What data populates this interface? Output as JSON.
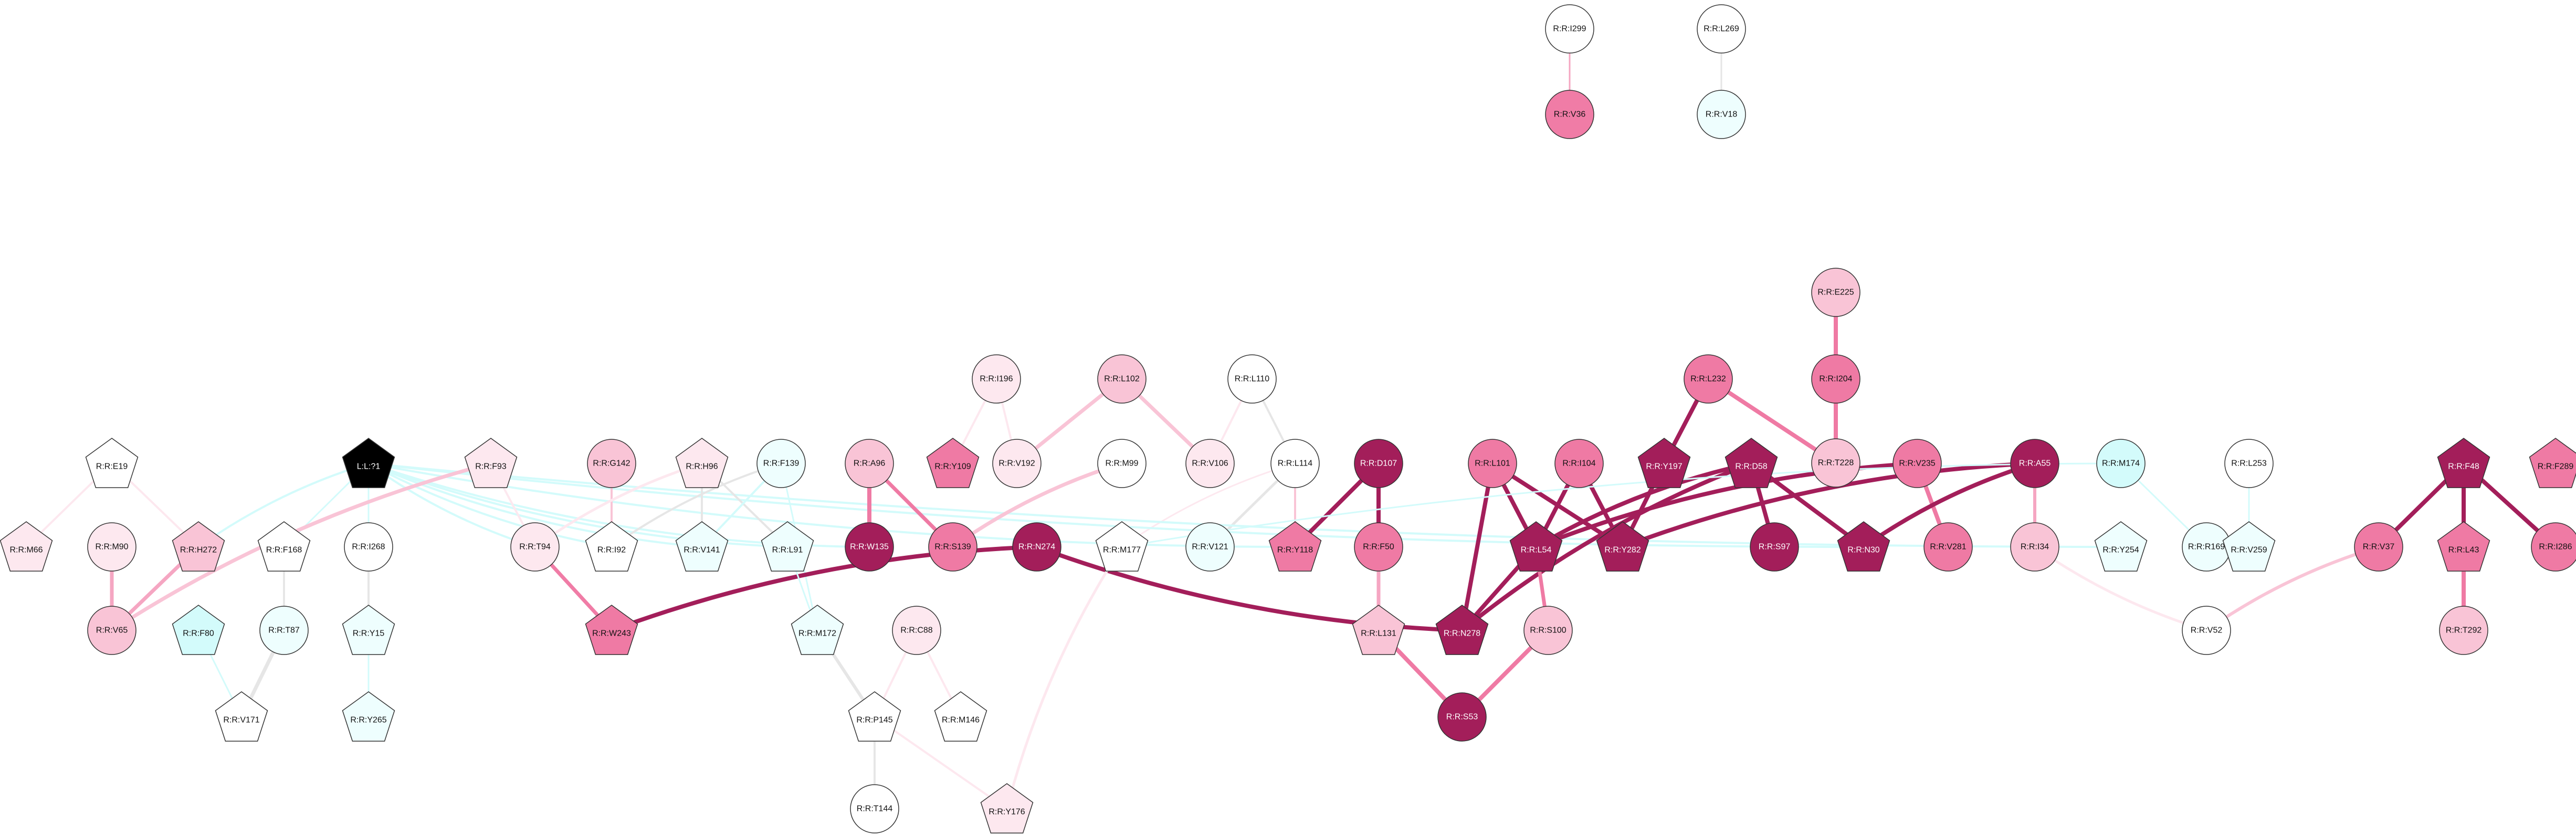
{
  "nodes": [
    {
      "id": "I299",
      "label": "R:R:I299",
      "shape": "circle",
      "fill": "#ffffff"
    },
    {
      "id": "V36",
      "label": "R:R:V36",
      "shape": "circle",
      "fill": "#f07ca6"
    },
    {
      "id": "L269",
      "label": "R:R:L269",
      "shape": "circle",
      "fill": "#ffffff"
    },
    {
      "id": "V18",
      "label": "R:R:V18",
      "shape": "circle",
      "fill": "#eefefe"
    },
    {
      "id": "E225",
      "label": "R:R:E225",
      "shape": "circle",
      "fill": "#f9c4d6"
    },
    {
      "id": "I204",
      "label": "R:R:I204",
      "shape": "circle",
      "fill": "#ef7aa4"
    },
    {
      "id": "T228",
      "label": "R:R:T228",
      "shape": "circle",
      "fill": "#f9c4d6"
    },
    {
      "id": "L232",
      "label": "R:R:L232",
      "shape": "circle",
      "fill": "#ef7aa4"
    },
    {
      "id": "I196",
      "label": "R:R:I196",
      "shape": "circle",
      "fill": "#fde8ef"
    },
    {
      "id": "L102",
      "label": "R:R:L102",
      "shape": "circle",
      "fill": "#f9c4d6"
    },
    {
      "id": "L110",
      "label": "R:R:L110",
      "shape": "circle",
      "fill": "#ffffff"
    },
    {
      "id": "E19",
      "label": "R:R:E19",
      "shape": "pentagon",
      "fill": "#ffffff"
    },
    {
      "id": "L1",
      "label": "L:L:?1",
      "shape": "pentagon",
      "fill": "#000000"
    },
    {
      "id": "F93",
      "label": "R:R:F93",
      "shape": "pentagon",
      "fill": "#fde8ef"
    },
    {
      "id": "G142",
      "label": "R:R:G142",
      "shape": "circle",
      "fill": "#f9c4d6"
    },
    {
      "id": "H96",
      "label": "R:R:H96",
      "shape": "pentagon",
      "fill": "#fde8ef"
    },
    {
      "id": "F139",
      "label": "R:R:F139",
      "shape": "circle",
      "fill": "#eefefe"
    },
    {
      "id": "A96",
      "label": "R:R:A96",
      "shape": "circle",
      "fill": "#f9c4d6"
    },
    {
      "id": "Y109",
      "label": "R:R:Y109",
      "shape": "pentagon",
      "fill": "#ef7aa4"
    },
    {
      "id": "V192",
      "label": "R:R:V192",
      "shape": "circle",
      "fill": "#fde8ef"
    },
    {
      "id": "M99",
      "label": "R:R:M99",
      "shape": "circle",
      "fill": "#ffffff"
    },
    {
      "id": "V106",
      "label": "R:R:V106",
      "shape": "circle",
      "fill": "#fde8ef"
    },
    {
      "id": "L114",
      "label": "R:R:L114",
      "shape": "circle",
      "fill": "#ffffff"
    },
    {
      "id": "D107",
      "label": "R:R:D107",
      "shape": "circle",
      "fill": "#a31e5a"
    },
    {
      "id": "L101",
      "label": "R:R:L101",
      "shape": "circle",
      "fill": "#ef7aa4"
    },
    {
      "id": "I104",
      "label": "R:R:I104",
      "shape": "circle",
      "fill": "#ef7aa4"
    },
    {
      "id": "Y197",
      "label": "R:R:Y197",
      "shape": "pentagon",
      "fill": "#a31e5a"
    },
    {
      "id": "D58",
      "label": "R:R:D58",
      "shape": "pentagon",
      "fill": "#a31e5a"
    },
    {
      "id": "V235",
      "label": "R:R:V235",
      "shape": "circle",
      "fill": "#ef7aa4"
    },
    {
      "id": "A55",
      "label": "R:R:A55",
      "shape": "circle",
      "fill": "#a31e5a"
    },
    {
      "id": "M174",
      "label": "R:R:M174",
      "shape": "circle",
      "fill": "#d3fbfb"
    },
    {
      "id": "L253",
      "label": "R:R:L253",
      "shape": "circle",
      "fill": "#ffffff"
    },
    {
      "id": "F48",
      "label": "R:R:F48",
      "shape": "pentagon",
      "fill": "#a31e5a"
    },
    {
      "id": "F289",
      "label": "R:R:F289",
      "shape": "pentagon",
      "fill": "#ef7aa4"
    },
    {
      "id": "M66",
      "label": "R:R:M66",
      "shape": "pentagon",
      "fill": "#fde8ef"
    },
    {
      "id": "M90",
      "label": "R:R:M90",
      "shape": "circle",
      "fill": "#fde8ef"
    },
    {
      "id": "H272",
      "label": "R:R:H272",
      "shape": "pentagon",
      "fill": "#f9c4d6"
    },
    {
      "id": "F168",
      "label": "R:R:F168",
      "shape": "pentagon",
      "fill": "#ffffff"
    },
    {
      "id": "I268",
      "label": "R:R:I268",
      "shape": "circle",
      "fill": "#ffffff"
    },
    {
      "id": "T94",
      "label": "R:R:T94",
      "shape": "circle",
      "fill": "#fde8ef"
    },
    {
      "id": "I92",
      "label": "R:R:I92",
      "shape": "pentagon",
      "fill": "#ffffff"
    },
    {
      "id": "V141",
      "label": "R:R:V141",
      "shape": "pentagon",
      "fill": "#eefefe"
    },
    {
      "id": "L91",
      "label": "R:R:L91",
      "shape": "pentagon",
      "fill": "#eefefe"
    },
    {
      "id": "W135",
      "label": "R:R:W135",
      "shape": "circle",
      "fill": "#a31e5a"
    },
    {
      "id": "S139",
      "label": "R:R:S139",
      "shape": "circle",
      "fill": "#ef7aa4"
    },
    {
      "id": "N274",
      "label": "R:R:N274",
      "shape": "circle",
      "fill": "#a31e5a"
    },
    {
      "id": "M177",
      "label": "R:R:M177",
      "shape": "pentagon",
      "fill": "#ffffff"
    },
    {
      "id": "V121",
      "label": "R:R:V121",
      "shape": "circle",
      "fill": "#eefefe"
    },
    {
      "id": "Y118",
      "label": "R:R:Y118",
      "shape": "pentagon",
      "fill": "#ef7aa4"
    },
    {
      "id": "F50",
      "label": "R:R:F50",
      "shape": "circle",
      "fill": "#ef7aa4"
    },
    {
      "id": "L54",
      "label": "R:R:L54",
      "shape": "pentagon",
      "fill": "#a31e5a"
    },
    {
      "id": "Y282",
      "label": "R:R:Y282",
      "shape": "pentagon",
      "fill": "#a31e5a"
    },
    {
      "id": "S97",
      "label": "R:R:S97",
      "shape": "circle",
      "fill": "#a31e5a"
    },
    {
      "id": "N30",
      "label": "R:R:N30",
      "shape": "pentagon",
      "fill": "#a31e5a"
    },
    {
      "id": "V281",
      "label": "R:R:V281",
      "shape": "circle",
      "fill": "#ef7aa4"
    },
    {
      "id": "I34",
      "label": "R:R:I34",
      "shape": "circle",
      "fill": "#f9c4d6"
    },
    {
      "id": "Y254",
      "label": "R:R:Y254",
      "shape": "pentagon",
      "fill": "#eefefe"
    },
    {
      "id": "R169",
      "label": "R:R:R169",
      "shape": "circle",
      "fill": "#eefefe"
    },
    {
      "id": "V259",
      "label": "R:R:V259",
      "shape": "pentagon",
      "fill": "#eefefe"
    },
    {
      "id": "V37",
      "label": "R:R:V37",
      "shape": "circle",
      "fill": "#ef7aa4"
    },
    {
      "id": "L43",
      "label": "R:R:L43",
      "shape": "pentagon",
      "fill": "#ef7aa4"
    },
    {
      "id": "I286",
      "label": "R:R:I286",
      "shape": "circle",
      "fill": "#ef7aa4"
    },
    {
      "id": "V65",
      "label": "R:R:V65",
      "shape": "circle",
      "fill": "#f9c4d6"
    },
    {
      "id": "F80",
      "label": "R:R:F80",
      "shape": "pentagon",
      "fill": "#d3fbfb"
    },
    {
      "id": "T87",
      "label": "R:R:T87",
      "shape": "circle",
      "fill": "#eefefe"
    },
    {
      "id": "Y15",
      "label": "R:R:Y15",
      "shape": "pentagon",
      "fill": "#eefefe"
    },
    {
      "id": "W243",
      "label": "R:R:W243",
      "shape": "pentagon",
      "fill": "#ef7aa4"
    },
    {
      "id": "M172",
      "label": "R:R:M172",
      "shape": "pentagon",
      "fill": "#eefefe"
    },
    {
      "id": "C88",
      "label": "R:R:C88",
      "shape": "circle",
      "fill": "#fde8ef"
    },
    {
      "id": "L131",
      "label": "R:R:L131",
      "shape": "pentagon",
      "fill": "#f9c4d6"
    },
    {
      "id": "N278",
      "label": "R:R:N278",
      "shape": "pentagon",
      "fill": "#a31e5a"
    },
    {
      "id": "S100",
      "label": "R:R:S100",
      "shape": "circle",
      "fill": "#f9c4d6"
    },
    {
      "id": "V52",
      "label": "R:R:V52",
      "shape": "circle",
      "fill": "#ffffff"
    },
    {
      "id": "T292",
      "label": "R:R:T292",
      "shape": "circle",
      "fill": "#f9c4d6"
    },
    {
      "id": "V171",
      "label": "R:R:V171",
      "shape": "pentagon",
      "fill": "#ffffff"
    },
    {
      "id": "Y265",
      "label": "R:R:Y265",
      "shape": "pentagon",
      "fill": "#eefefe"
    },
    {
      "id": "P145",
      "label": "R:R:P145",
      "shape": "pentagon",
      "fill": "#ffffff"
    },
    {
      "id": "M146",
      "label": "R:R:M146",
      "shape": "pentagon",
      "fill": "#ffffff"
    },
    {
      "id": "S53",
      "label": "R:R:S53",
      "shape": "circle",
      "fill": "#a31e5a"
    },
    {
      "id": "T144",
      "label": "R:R:T144",
      "shape": "circle",
      "fill": "#ffffff"
    },
    {
      "id": "Y176",
      "label": "R:R:Y176",
      "shape": "pentagon",
      "fill": "#fde8ef"
    }
  ],
  "edges": [
    {
      "s": "I299",
      "t": "V36",
      "color": "#f5a6c2",
      "w": 3
    },
    {
      "s": "L269",
      "t": "V18",
      "color": "#e6e6e6",
      "w": 3
    },
    {
      "s": "E225",
      "t": "I204",
      "color": "#ef7aa4",
      "w": 8
    },
    {
      "s": "I204",
      "t": "T228",
      "color": "#ef7aa4",
      "w": 8
    },
    {
      "s": "L232",
      "t": "T228",
      "color": "#ef7aa4",
      "w": 8
    },
    {
      "s": "L232",
      "t": "Y197",
      "color": "#a31e5a",
      "w": 8
    },
    {
      "s": "I196",
      "t": "Y109",
      "color": "#fde8ef",
      "w": 4
    },
    {
      "s": "I196",
      "t": "V192",
      "color": "#fde8ef",
      "w": 4
    },
    {
      "s": "L102",
      "t": "V192",
      "color": "#f9c4d6",
      "w": 7
    },
    {
      "s": "L102",
      "t": "M99",
      "color": "#ffffff",
      "w": 4
    },
    {
      "s": "L102",
      "t": "V106",
      "color": "#f9c4d6",
      "w": 7
    },
    {
      "s": "L110",
      "t": "L114",
      "color": "#e6e6e6",
      "w": 4
    },
    {
      "s": "L110",
      "t": "V106",
      "color": "#fde8ef",
      "w": 4
    },
    {
      "s": "L114",
      "t": "V121",
      "color": "#e6e6e6",
      "w": 5
    },
    {
      "s": "L114",
      "t": "Y118",
      "color": "#f9c4d6",
      "w": 4
    },
    {
      "s": "L114",
      "t": "M177",
      "color": "#fde8ef",
      "w": 3
    },
    {
      "s": "E19",
      "t": "M66",
      "color": "#fde8ef",
      "w": 4
    },
    {
      "s": "E19",
      "t": "H272",
      "color": "#fde8ef",
      "w": 4
    },
    {
      "s": "L1",
      "t": "H272",
      "color": "#d3fbfb",
      "w": 4
    },
    {
      "s": "L1",
      "t": "F168",
      "color": "#d3fbfb",
      "w": 3
    },
    {
      "s": "L1",
      "t": "I268",
      "color": "#d3fbfb",
      "w": 3
    },
    {
      "s": "L1",
      "t": "T94",
      "color": "#d3fbfb",
      "w": 4
    },
    {
      "s": "L1",
      "t": "I92",
      "color": "#d3fbfb",
      "w": 4
    },
    {
      "s": "L1",
      "t": "V141",
      "color": "#d3fbfb",
      "w": 4
    },
    {
      "s": "L1",
      "t": "L91",
      "color": "#d3fbfb",
      "w": 4
    },
    {
      "s": "L1",
      "t": "W135",
      "color": "#d3fbfb",
      "w": 4
    },
    {
      "s": "L1",
      "t": "Y118",
      "color": "#d3fbfb",
      "w": 4
    },
    {
      "s": "L1",
      "t": "N30",
      "color": "#d3fbfb",
      "w": 4
    },
    {
      "s": "L1",
      "t": "Y254",
      "color": "#d3fbfb",
      "w": 4
    },
    {
      "s": "F93",
      "t": "T94",
      "color": "#fde8ef",
      "w": 4
    },
    {
      "s": "F93",
      "t": "V65",
      "color": "#f9c4d6",
      "w": 7
    },
    {
      "s": "G142",
      "t": "I92",
      "color": "#f9c4d6",
      "w": 4
    },
    {
      "s": "H96",
      "t": "V141",
      "color": "#e6e6e6",
      "w": 4
    },
    {
      "s": "H96",
      "t": "T94",
      "color": "#fde8ef",
      "w": 5
    },
    {
      "s": "H96",
      "t": "L91",
      "color": "#e6e6e6",
      "w": 4
    },
    {
      "s": "F139",
      "t": "I92",
      "color": "#e6e6e6",
      "w": 4
    },
    {
      "s": "F139",
      "t": "V141",
      "color": "#d3fbfb",
      "w": 4
    },
    {
      "s": "F139",
      "t": "M172",
      "color": "#d3fbfb",
      "w": 3
    },
    {
      "s": "A96",
      "t": "W135",
      "color": "#ef7aa4",
      "w": 8
    },
    {
      "s": "A96",
      "t": "S139",
      "color": "#ef7aa4",
      "w": 7
    },
    {
      "s": "M99",
      "t": "S139",
      "color": "#f9c4d6",
      "w": 7
    },
    {
      "s": "D107",
      "t": "Y118",
      "color": "#a31e5a",
      "w": 8
    },
    {
      "s": "D107",
      "t": "F50",
      "color": "#a31e5a",
      "w": 8
    },
    {
      "s": "L101",
      "t": "L54",
      "color": "#a31e5a",
      "w": 8
    },
    {
      "s": "L101",
      "t": "Y282",
      "color": "#a31e5a",
      "w": 8
    },
    {
      "s": "L101",
      "t": "N278",
      "color": "#a31e5a",
      "w": 8
    },
    {
      "s": "I104",
      "t": "L54",
      "color": "#a31e5a",
      "w": 8
    },
    {
      "s": "I104",
      "t": "Y282",
      "color": "#a31e5a",
      "w": 8
    },
    {
      "s": "Y197",
      "t": "Y282",
      "color": "#a31e5a",
      "w": 8
    },
    {
      "s": "D58",
      "t": "L54",
      "color": "#a31e5a",
      "w": 8
    },
    {
      "s": "D58",
      "t": "S97",
      "color": "#a31e5a",
      "w": 8
    },
    {
      "s": "D58",
      "t": "N30",
      "color": "#a31e5a",
      "w": 8
    },
    {
      "s": "D58",
      "t": "N278",
      "color": "#a31e5a",
      "w": 8
    },
    {
      "s": "V235",
      "t": "L54",
      "color": "#a31e5a",
      "w": 8
    },
    {
      "s": "V235",
      "t": "V281",
      "color": "#ef7aa4",
      "w": 8
    },
    {
      "s": "A55",
      "t": "Y282",
      "color": "#a31e5a",
      "w": 8
    },
    {
      "s": "A55",
      "t": "N30",
      "color": "#a31e5a",
      "w": 8
    },
    {
      "s": "A55",
      "t": "I34",
      "color": "#f5a6c2",
      "w": 6
    },
    {
      "s": "M174",
      "t": "R169",
      "color": "#d3fbfb",
      "w": 3
    },
    {
      "s": "M174",
      "t": "M177",
      "color": "#d3fbfb",
      "w": 3
    },
    {
      "s": "L253",
      "t": "V259",
      "color": "#d3fbfb",
      "w": 3
    },
    {
      "s": "F48",
      "t": "V37",
      "color": "#a31e5a",
      "w": 8
    },
    {
      "s": "F48",
      "t": "L43",
      "color": "#a31e5a",
      "w": 8
    },
    {
      "s": "F48",
      "t": "I286",
      "color": "#a31e5a",
      "w": 8
    },
    {
      "s": "L43",
      "t": "T292",
      "color": "#ef7aa4",
      "w": 8
    },
    {
      "s": "V37",
      "t": "V52",
      "color": "#f9c4d6",
      "w": 6
    },
    {
      "s": "I34",
      "t": "V52",
      "color": "#fde8ef",
      "w": 5
    },
    {
      "s": "M90",
      "t": "V65",
      "color": "#f5a6c2",
      "w": 7
    },
    {
      "s": "H272",
      "t": "V65",
      "color": "#f5a6c2",
      "w": 7
    },
    {
      "s": "F168",
      "t": "T87",
      "color": "#e6e6e6",
      "w": 4
    },
    {
      "s": "T87",
      "t": "V171",
      "color": "#e6e6e6",
      "w": 7
    },
    {
      "s": "F80",
      "t": "V171",
      "color": "#d3fbfb",
      "w": 3
    },
    {
      "s": "I268",
      "t": "Y15",
      "color": "#e6e6e6",
      "w": 4
    },
    {
      "s": "Y15",
      "t": "Y265",
      "color": "#d3fbfb",
      "w": 3
    },
    {
      "s": "T94",
      "t": "W243",
      "color": "#f07ca6",
      "w": 7
    },
    {
      "s": "N274",
      "t": "W243",
      "color": "#a31e5a",
      "w": 8
    },
    {
      "s": "N274",
      "t": "N278",
      "color": "#a31e5a",
      "w": 8
    },
    {
      "s": "F50",
      "t": "L131",
      "color": "#f5a6c2",
      "w": 7
    },
    {
      "s": "L131",
      "t": "S53",
      "color": "#ef7aa4",
      "w": 8
    },
    {
      "s": "L54",
      "t": "S100",
      "color": "#ef7aa4",
      "w": 7
    },
    {
      "s": "S100",
      "t": "S53",
      "color": "#ef7aa4",
      "w": 8
    },
    {
      "s": "L54",
      "t": "N278",
      "color": "#a31e5a",
      "w": 8
    },
    {
      "s": "L91",
      "t": "M172",
      "color": "#d3fbfb",
      "w": 3
    },
    {
      "s": "M172",
      "t": "P145",
      "color": "#e6e6e6",
      "w": 6
    },
    {
      "s": "C88",
      "t": "P145",
      "color": "#fde8ef",
      "w": 4
    },
    {
      "s": "C88",
      "t": "M146",
      "color": "#fde8ef",
      "w": 4
    },
    {
      "s": "P145",
      "t": "T144",
      "color": "#e6e6e6",
      "w": 4
    },
    {
      "s": "P145",
      "t": "Y176",
      "color": "#fde8ef",
      "w": 4
    },
    {
      "s": "M177",
      "t": "Y176",
      "color": "#fde8ef",
      "w": 5
    }
  ]
}
